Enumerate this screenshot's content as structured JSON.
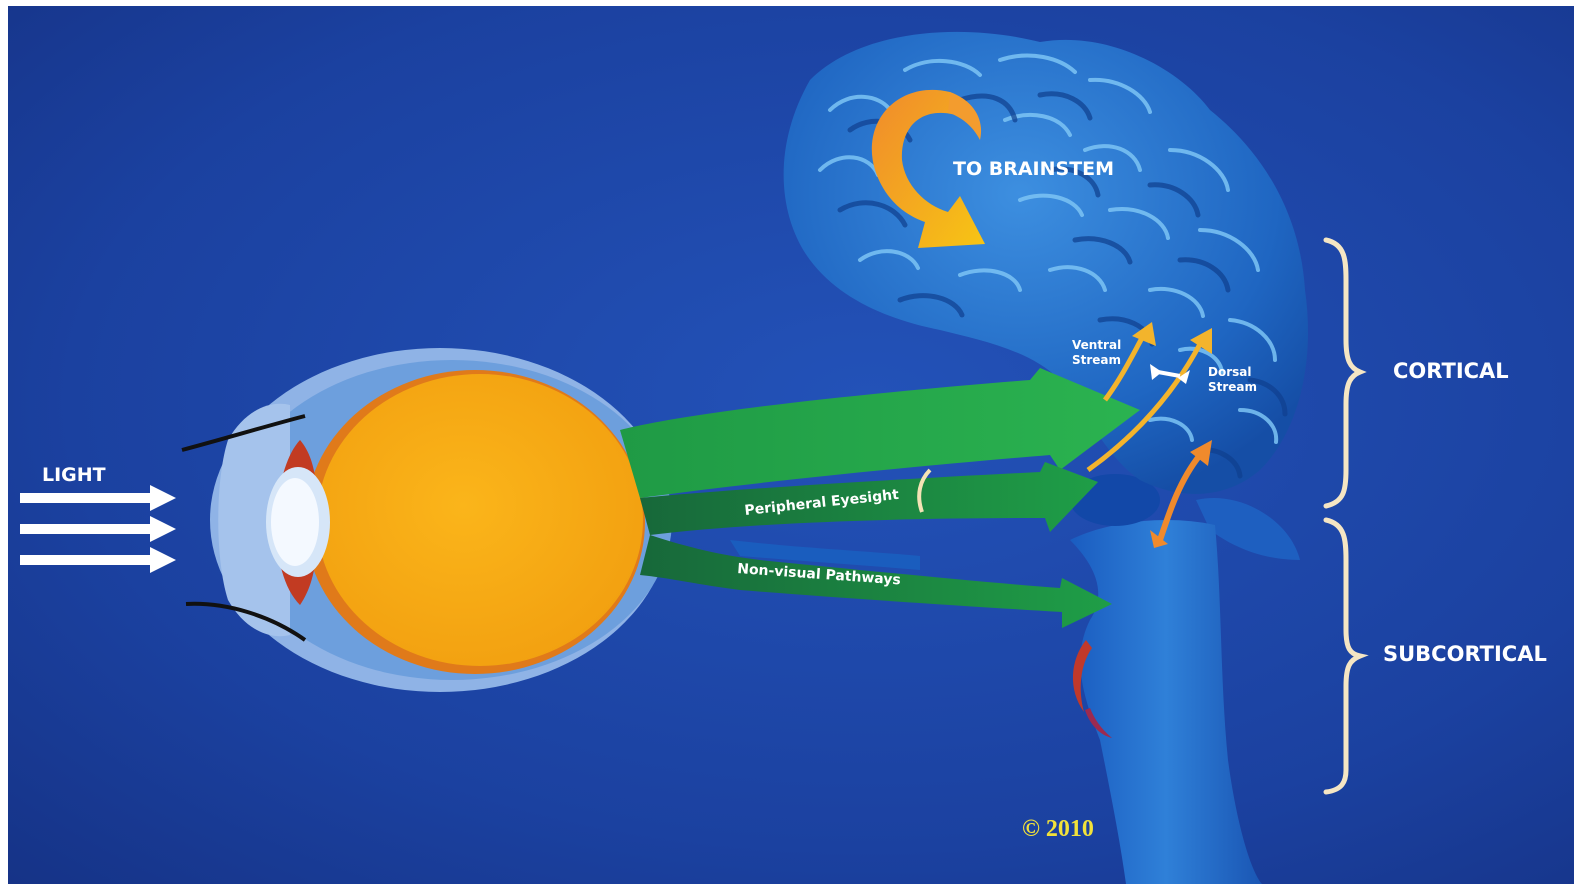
{
  "diagram": {
    "labels": {
      "light": "LIGHT",
      "to_brainstem": "TO BRAINSTEM",
      "ventral_stream_line1": "Ventral",
      "ventral_stream_line2": "Stream",
      "dorsal_stream_line1": "Dorsal",
      "dorsal_stream_line2": "Stream",
      "peripheral_eyesight": "Peripheral Eyesight",
      "non_visual_pathways": "Non-visual Pathways",
      "cortical": "CORTICAL",
      "subcortical": "SUBCORTICAL",
      "copyright": "© 2010"
    },
    "colors": {
      "background": "#1a3f9c",
      "brain": "#2a73c8",
      "eye": "#f8b117",
      "pathway": "#23a64a",
      "stream_arrow": "#f3b42c",
      "brace": "#f5e6c4",
      "copyright": "#f2e23a"
    }
  }
}
